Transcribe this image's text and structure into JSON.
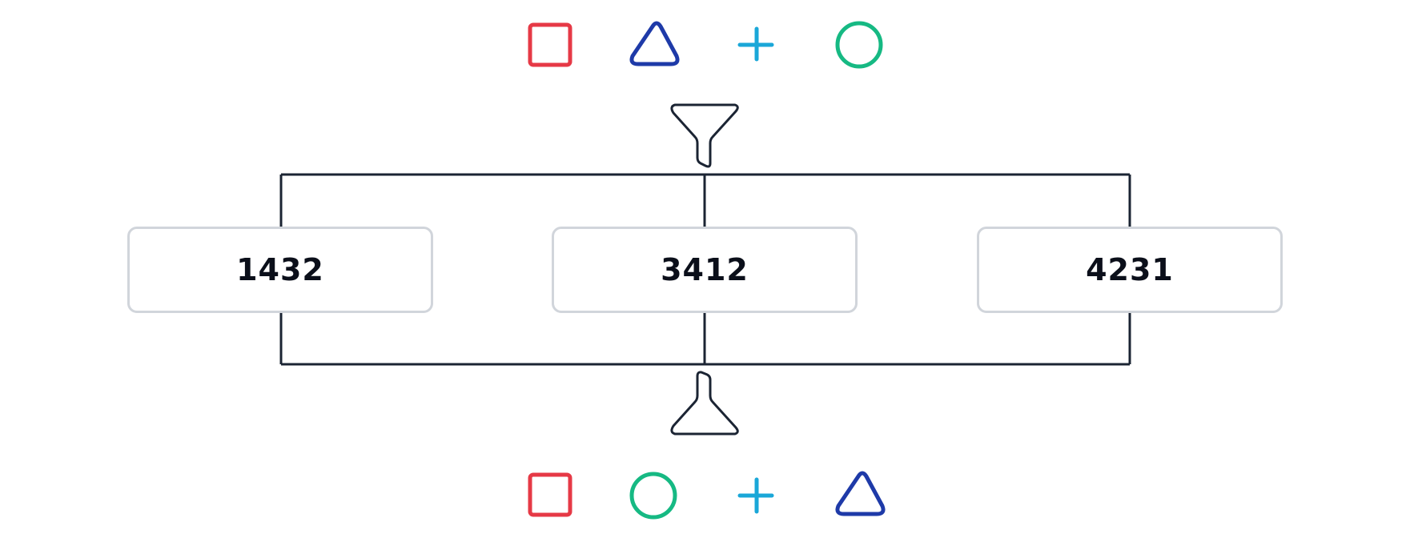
{
  "puzzle": {
    "top_sequence": [
      {
        "icon": "square-icon",
        "color": "#e63946"
      },
      {
        "icon": "triangle-icon",
        "color": "#1e3aa8"
      },
      {
        "icon": "plus-icon",
        "color": "#1aa7d8"
      },
      {
        "icon": "circle-icon",
        "color": "#16b983"
      }
    ],
    "bottom_sequence": [
      {
        "icon": "square-icon",
        "color": "#e63946"
      },
      {
        "icon": "circle-icon",
        "color": "#16b983"
      },
      {
        "icon": "plus-icon",
        "color": "#1aa7d8"
      },
      {
        "icon": "triangle-icon",
        "color": "#1e3aa8"
      }
    ],
    "options": [
      "1432",
      "3412",
      "4231"
    ],
    "line_color": "#1b2433",
    "box_border_color": "#d1d5db"
  }
}
